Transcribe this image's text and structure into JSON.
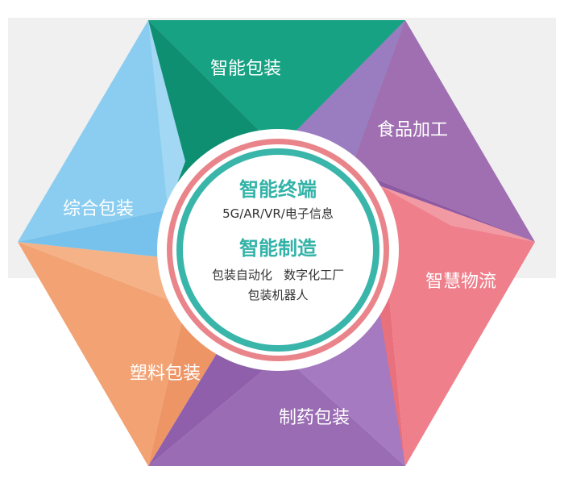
{
  "segments": [
    {
      "label": "智能包装",
      "color": "#17a283"
    },
    {
      "label": "食品加工",
      "color": "#a06fb1"
    },
    {
      "label": "智慧物流",
      "color": "#ee7f8b"
    },
    {
      "label": "制药包装",
      "color": "#9a6cb4"
    },
    {
      "label": "塑料包装",
      "color": "#f2a273"
    },
    {
      "label": "综合包装",
      "color": "#8acdf0"
    }
  ],
  "center": {
    "terminal_title": "智能终端",
    "terminal_items": "5G/AR/VR/电子信息",
    "manufacture_title": "智能制造",
    "manufacture_line1": "包装自动化   数字化工厂",
    "manufacture_line2": "包装机器人"
  },
  "colors": {
    "title_teal": "#33b3a8",
    "outer_ring": "#e9858a",
    "inner_ring": "#3ab5aa",
    "text_dark": "#333333",
    "label_white": "#ffffff",
    "backdrop": "#f0f0f0"
  }
}
